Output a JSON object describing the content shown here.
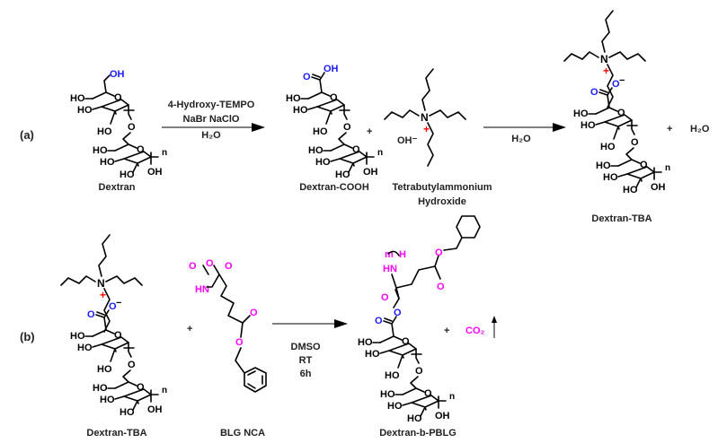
{
  "colors": {
    "black": "#000000",
    "blue": "#1a1aff",
    "red": "#ff0000",
    "magenta": "#ff00ff"
  },
  "scheme_a": {
    "label": "(a)",
    "reagents": [
      "4-Hydroxy-TEMPO",
      "NaBr  NaClO",
      "H₂O"
    ],
    "step2_reagent": "H₂O",
    "byproduct": "H₂O",
    "plus": "+",
    "compounds": {
      "dextran": "Dextran",
      "dextran_cooh": "Dextran-COOH",
      "tbah_line1": "Tetrabutylammonium",
      "tbah_line2": "Hydroxide",
      "dextran_tba": "Dextran-TBA"
    },
    "hydroxide": "OH⁻"
  },
  "scheme_b": {
    "label": "(b)",
    "conditions": [
      "DMSO",
      "RT",
      "6h"
    ],
    "plus": "+",
    "byproduct": "CO₂",
    "compounds": {
      "dextran_tba": "Dextran-TBA",
      "blg_nca": "BLG NCA",
      "product": "Dextran-b-PBLG"
    }
  },
  "atoms": {
    "ho": "HO",
    "oh": "OH",
    "o": "O",
    "n": "n",
    "m": "m",
    "h": "H",
    "hn": "HN",
    "nplus": "N",
    "plus_charge": "+",
    "minus_charge": "−"
  }
}
